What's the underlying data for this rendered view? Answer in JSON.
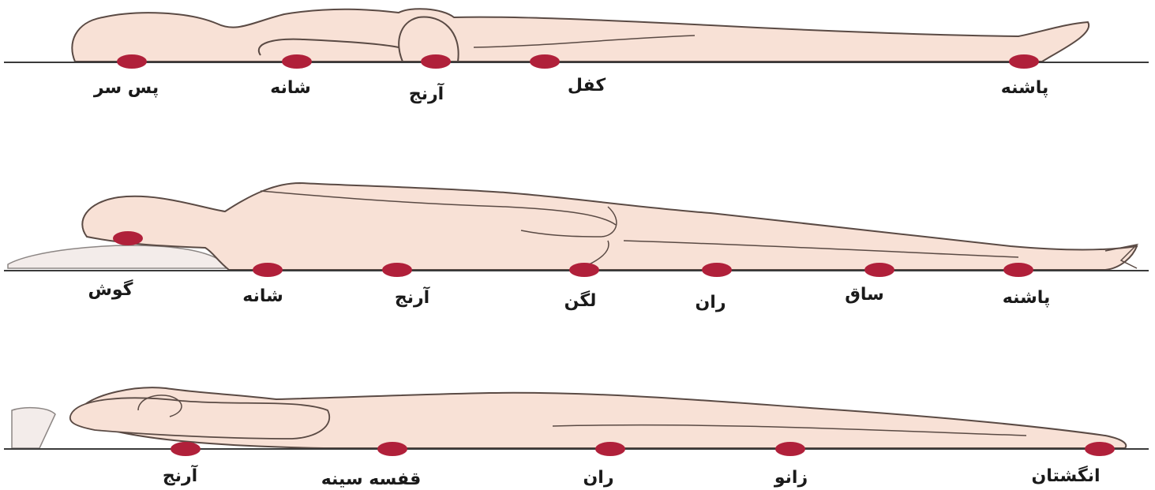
{
  "panels": [
    {
      "position": "supine",
      "labels": [
        "پس سر",
        "شانه",
        "آرنج",
        "کفل",
        "پاشنه"
      ]
    },
    {
      "position": "lateral",
      "labels": [
        "گوش",
        "شانه",
        "آرنج",
        "لگن",
        "ران",
        "ساق",
        "پاشنه"
      ]
    },
    {
      "position": "prone",
      "labels": [
        "آرنج",
        "قفسه سینه",
        "ران",
        "زانو",
        "انگشتان"
      ]
    }
  ],
  "colors": {
    "background": "#ffffff",
    "body_fill": "#f8e1d6",
    "body_outline": "#5a4a44",
    "floor_line": "#3a3a3a",
    "pressure_point": "#b0203a",
    "label_text": "#1a1a1a"
  }
}
